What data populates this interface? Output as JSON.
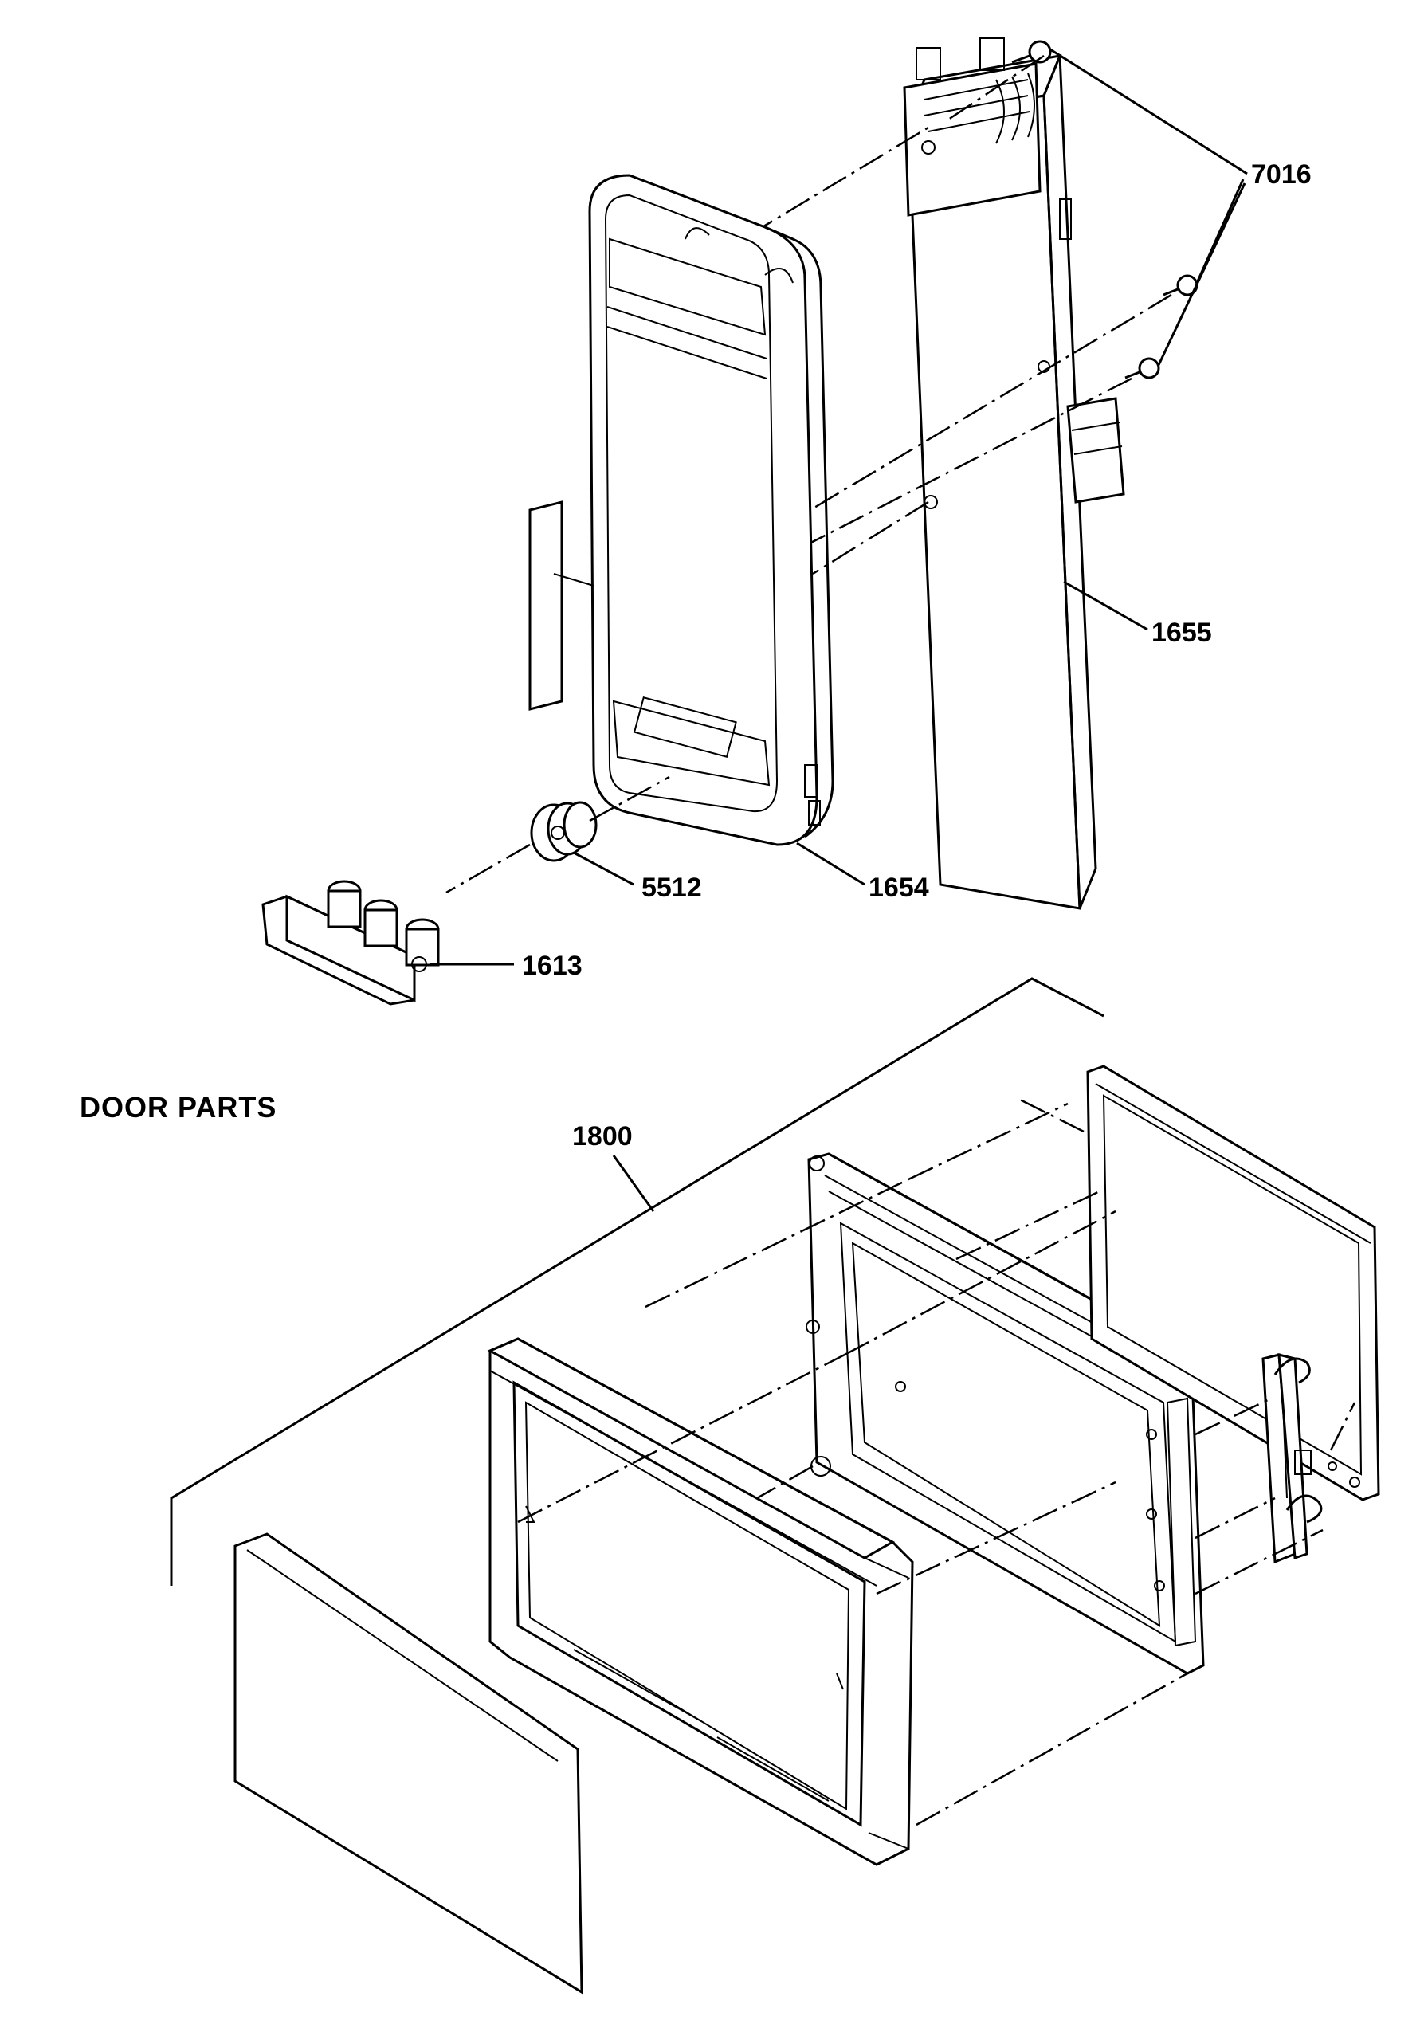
{
  "diagram": {
    "section_title": "DOOR PARTS",
    "parts": [
      {
        "id": "7016"
      },
      {
        "id": "1655"
      },
      {
        "id": "1654"
      },
      {
        "id": "5512"
      },
      {
        "id": "1613"
      },
      {
        "id": "1800"
      }
    ],
    "line_color": "#000000",
    "background": "#ffffff"
  }
}
